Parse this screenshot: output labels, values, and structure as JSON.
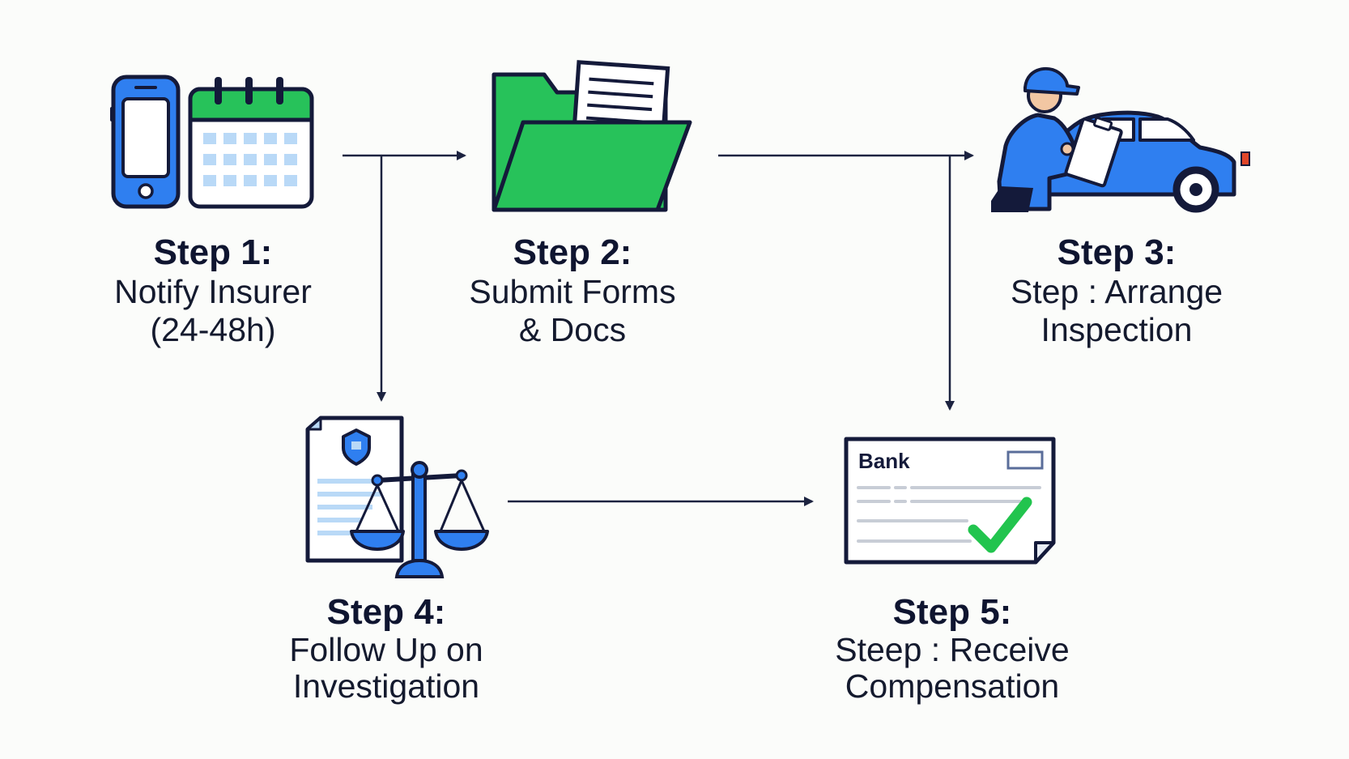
{
  "steps": [
    {
      "title": "Step 1:",
      "line1": "Notify Insurer",
      "line2": "(24-48h)"
    },
    {
      "title": "Step 2:",
      "line1": "Submit Forms",
      "line2": "& Docs"
    },
    {
      "title": "Step 3:",
      "line1": "Step : Arrange",
      "line2": "Inspection"
    },
    {
      "title": "Step 4:",
      "line1": "Follow Up on",
      "line2": "Investigation"
    },
    {
      "title": "Step 5:",
      "line1": "Steep : Receive",
      "line2": "Compensation"
    }
  ],
  "icons": {
    "step1": [
      "phone-icon",
      "calendar-icon"
    ],
    "step2": "folder-with-documents-icon",
    "step3": "inspector-with-car-icon",
    "step4": [
      "legal-document-icon",
      "scales-of-justice-icon"
    ],
    "step5": "bank-check-icon"
  },
  "bank_check": {
    "label": "Bank"
  },
  "colors": {
    "background": "#fbfcfa",
    "outline": "#141a3a",
    "blue": "#2f7ff0",
    "light_blue": "#b9d9f7",
    "green": "#27c25a",
    "check_green": "#22c44e",
    "arrow": "#1c2340"
  }
}
